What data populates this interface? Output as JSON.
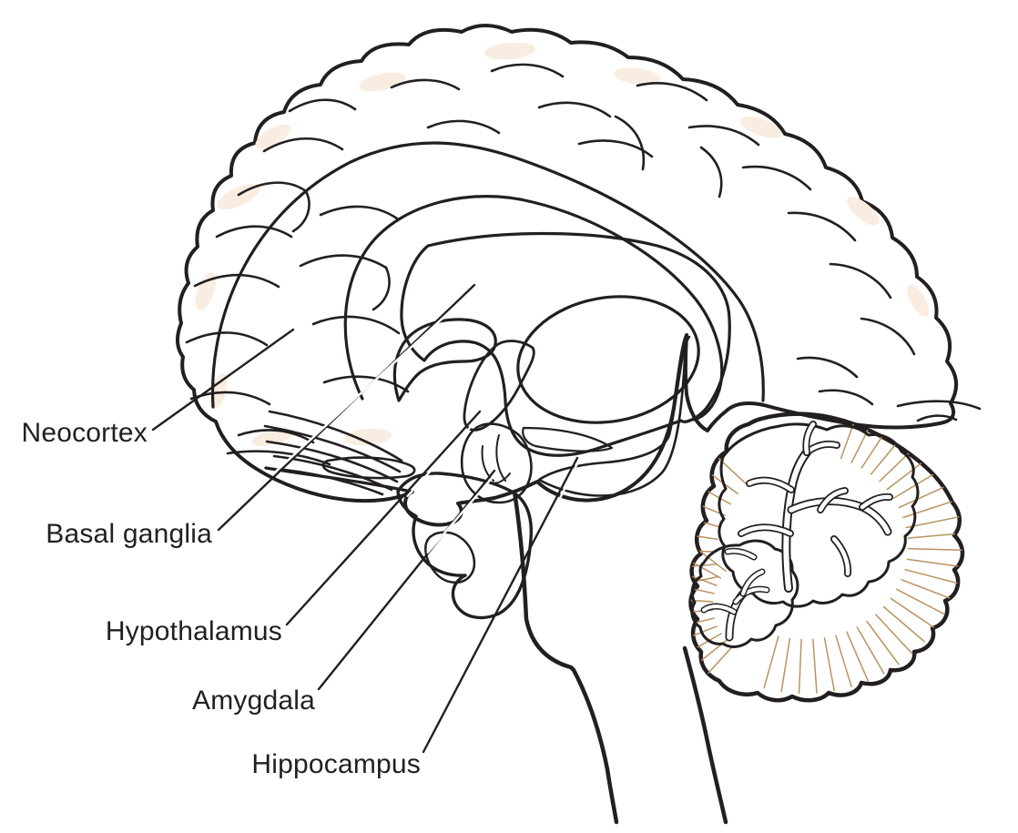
{
  "diagram": {
    "type": "sagittal-brain-anatomy",
    "background_color": "#FFFFFF",
    "line_color": "#231F20",
    "labels": [
      {
        "id": "neocortex",
        "text": "Neocortex",
        "region_color": "#EFDBC8"
      },
      {
        "id": "basal_ganglia",
        "text": "Basal ganglia",
        "region_color": "#F5B9C2"
      },
      {
        "id": "hypothalamus",
        "text": "Hypothalamus",
        "region_color": "#D2232A"
      },
      {
        "id": "amygdala",
        "text": "Amygdala",
        "region_color": "#F6A23C"
      },
      {
        "id": "hippocampus",
        "text": "Hippocampus",
        "region_color": "#8FCBEB"
      }
    ],
    "other_regions": {
      "cortex_fill": "#EFDBC8",
      "cortex_highlight": "#F8EDE0",
      "thalamus_fill": "#FBD9DE",
      "midbrain_fill": "#EFDBC8",
      "cerebellum_fill": "#B58B5E",
      "cerebellum_rim_fill": "#F2E9D8",
      "cerebellum_hatch_color": "#B9935E",
      "arbor_vitae_fill": "#FFFFFF"
    }
  }
}
